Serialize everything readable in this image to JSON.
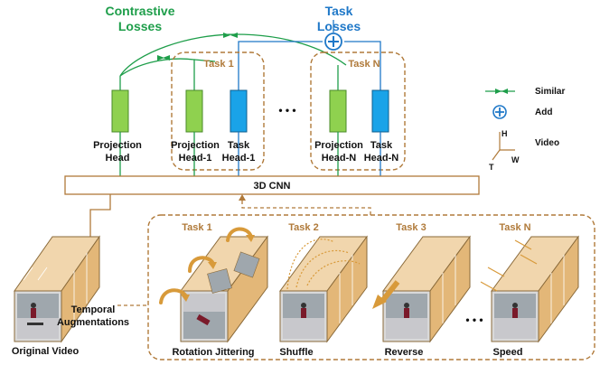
{
  "header": {
    "contrastive_title_line1": "Contrastive",
    "contrastive_title_line2": "Losses",
    "task_title_line1": "Task",
    "task_title_line2": "Losses"
  },
  "heads": {
    "projection_head_line1": "Projection",
    "projection_head_line2": "Head",
    "projection_head1_line1": "Projection",
    "projection_head1_line2": "Head-1",
    "task_head1_line1": "Task",
    "task_head1_line2": "Head-1",
    "projection_headn_line1": "Projection",
    "projection_headn_line2": "Head-N",
    "task_headn_line1": "Task",
    "task_headn_line2": "Head-N",
    "task1_group": "Task 1",
    "taskn_group": "Task N",
    "ellipsis": "• • •"
  },
  "legend": {
    "similar": "Similar",
    "add": "Add",
    "video": "Video",
    "axis_h": "H",
    "axis_w": "W",
    "axis_t": "T"
  },
  "backbone": {
    "label": "3D CNN"
  },
  "bottom": {
    "original_video": "Original Video",
    "temporal_aug_line1": "Temporal",
    "temporal_aug_line2": "Augmentations",
    "task1": "Task 1",
    "task2": "Task 2",
    "task3": "Task 3",
    "taskn": "Task N",
    "rotation": "Rotation Jittering",
    "shuffle": "Shuffle",
    "reverse": "Reverse",
    "speed": "Speed",
    "ellipsis": "• • •"
  },
  "colors": {
    "green": "#1e9e4a",
    "blue": "#1f78c8",
    "dashed_border": "#b07a3a",
    "green_fill": "#8fd14f",
    "blue_fill": "#1aa3e8",
    "frame_fill": "#e9c89a"
  }
}
